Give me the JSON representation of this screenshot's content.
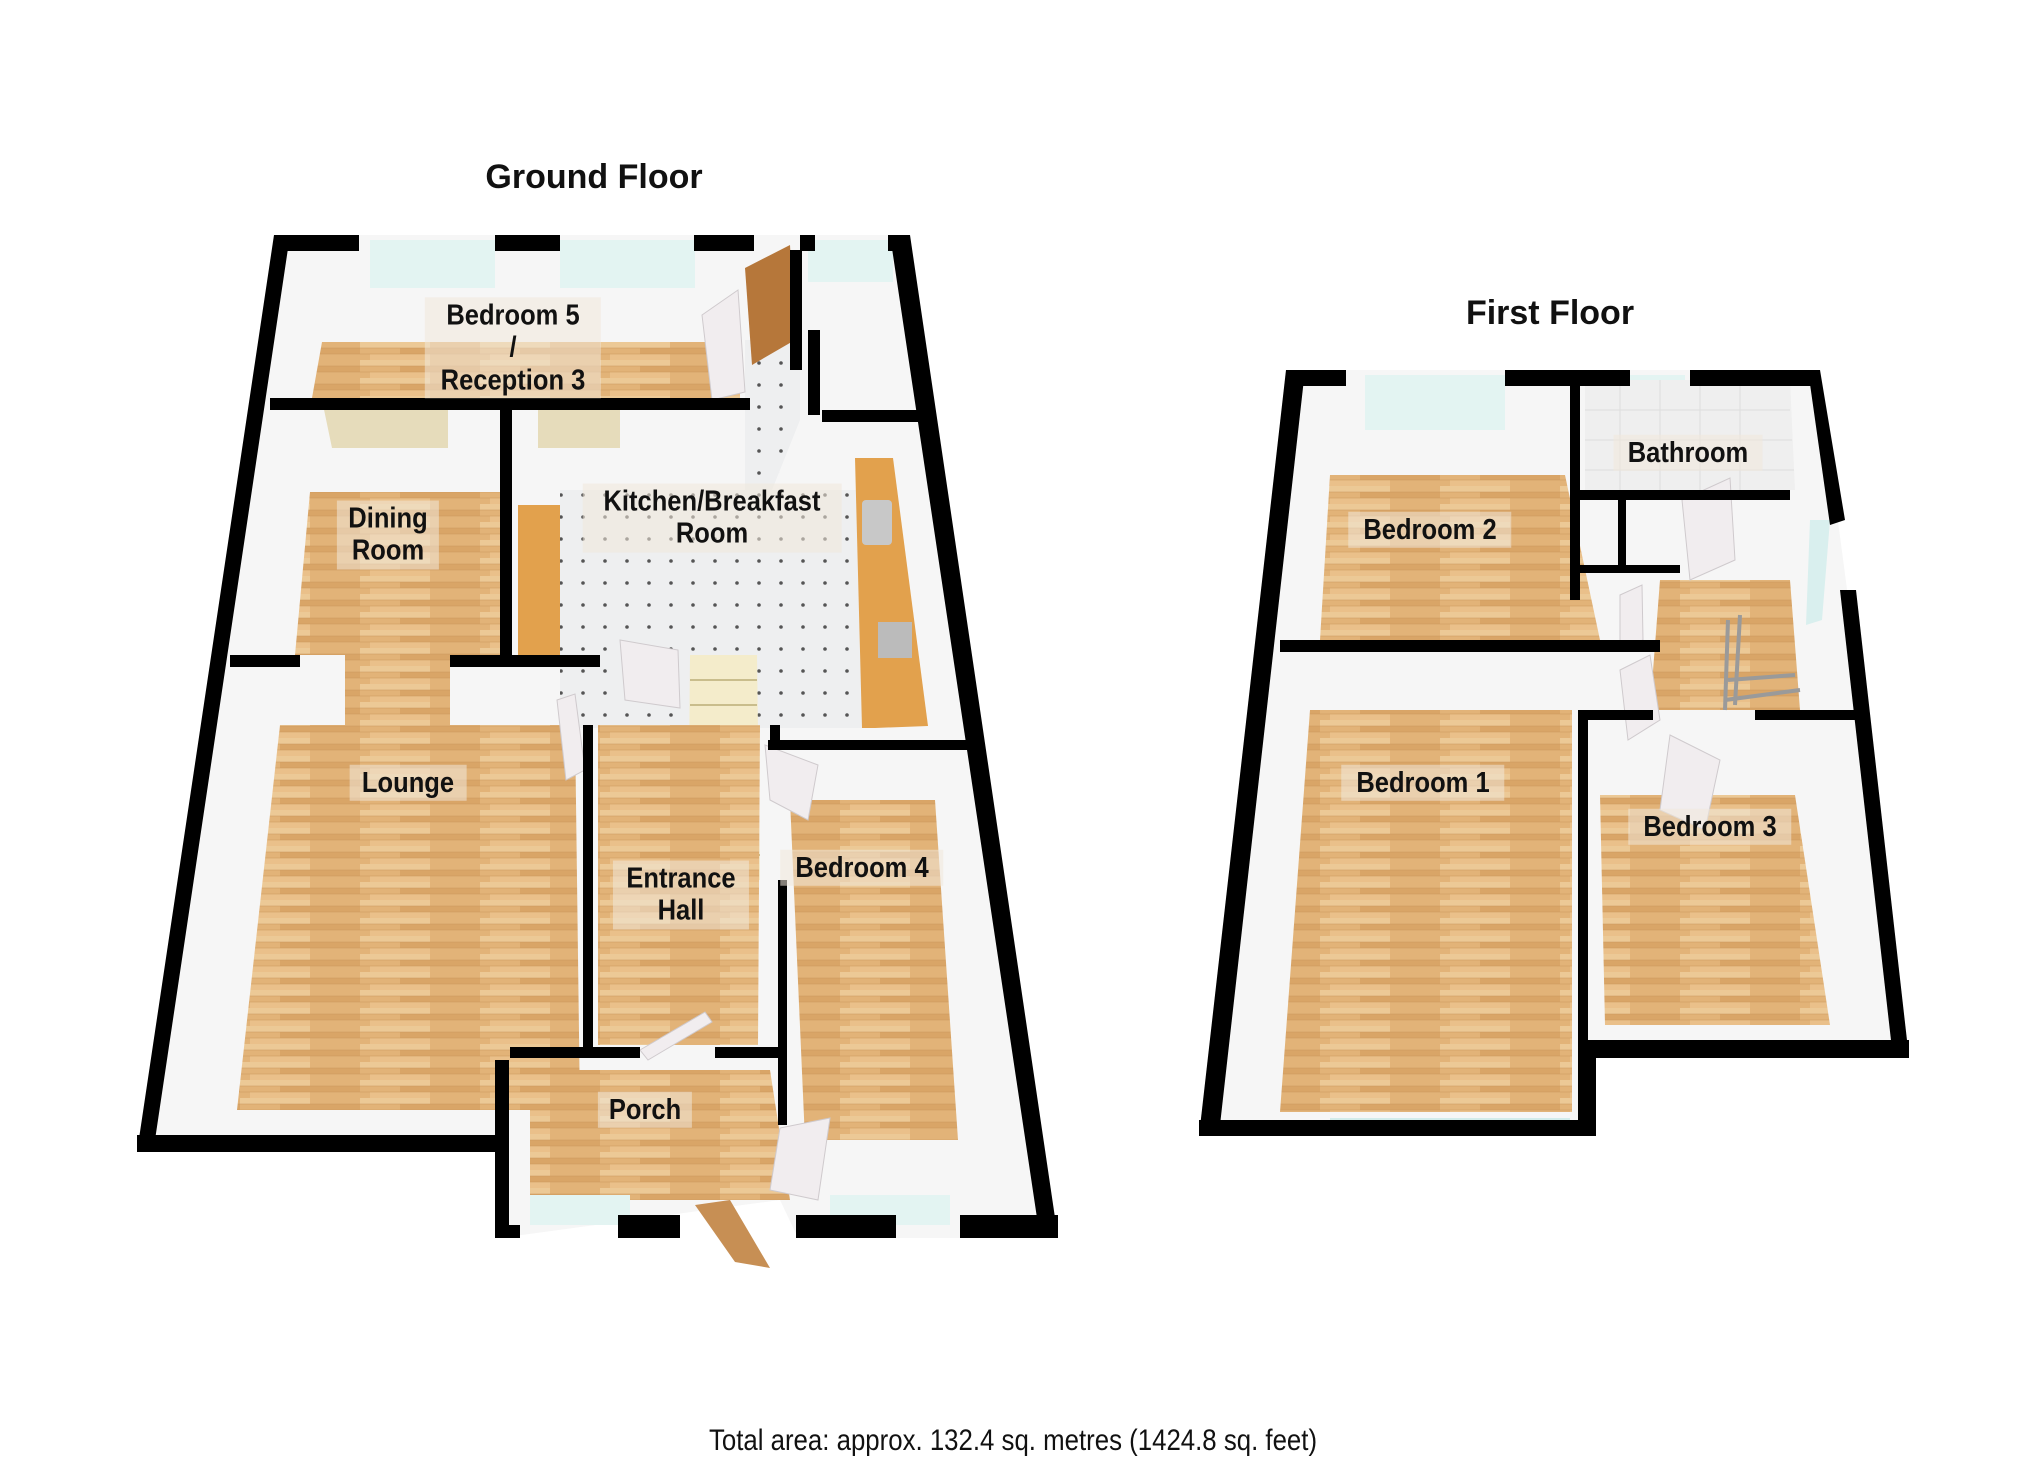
{
  "ground_floor": {
    "title": "Ground Floor",
    "rooms": [
      {
        "name": "Bedroom 5 / Reception 3",
        "lines": [
          "Bedroom 5",
          "/",
          "Reception 3"
        ]
      },
      {
        "name": "Dining Room",
        "lines": [
          "Dining",
          "Room"
        ]
      },
      {
        "name": "Kitchen/Breakfast Room",
        "lines": [
          "Kitchen/Breakfast",
          "Room"
        ]
      },
      {
        "name": "Lounge",
        "lines": [
          "Lounge"
        ]
      },
      {
        "name": "Entrance Hall",
        "lines": [
          "Entrance",
          "Hall"
        ]
      },
      {
        "name": "Bedroom 4",
        "lines": [
          "Bedroom 4"
        ]
      },
      {
        "name": "Porch",
        "lines": [
          "Porch"
        ]
      }
    ]
  },
  "first_floor": {
    "title": "First Floor",
    "rooms": [
      {
        "name": "Bathroom",
        "lines": [
          "Bathroom"
        ]
      },
      {
        "name": "Bedroom 2",
        "lines": [
          "Bedroom 2"
        ]
      },
      {
        "name": "Bedroom 1",
        "lines": [
          "Bedroom 1"
        ]
      },
      {
        "name": "Bedroom 3",
        "lines": [
          "Bedroom 3"
        ]
      }
    ]
  },
  "footer": {
    "total_area": "Total area: approx. 132.4 sq. metres (1424.8 sq. feet)"
  },
  "colors": {
    "wall": "#000000",
    "wall_face": "#f4f4f4",
    "wood_floor": "#e3b57a",
    "wood_floor_light": "#efd0a2",
    "tile_floor": "#ecedee",
    "window_glass": "#e2f3f1",
    "worktop": "#e3a24f",
    "door_white": "#f2eef0",
    "door_wood": "#b87a3c"
  }
}
